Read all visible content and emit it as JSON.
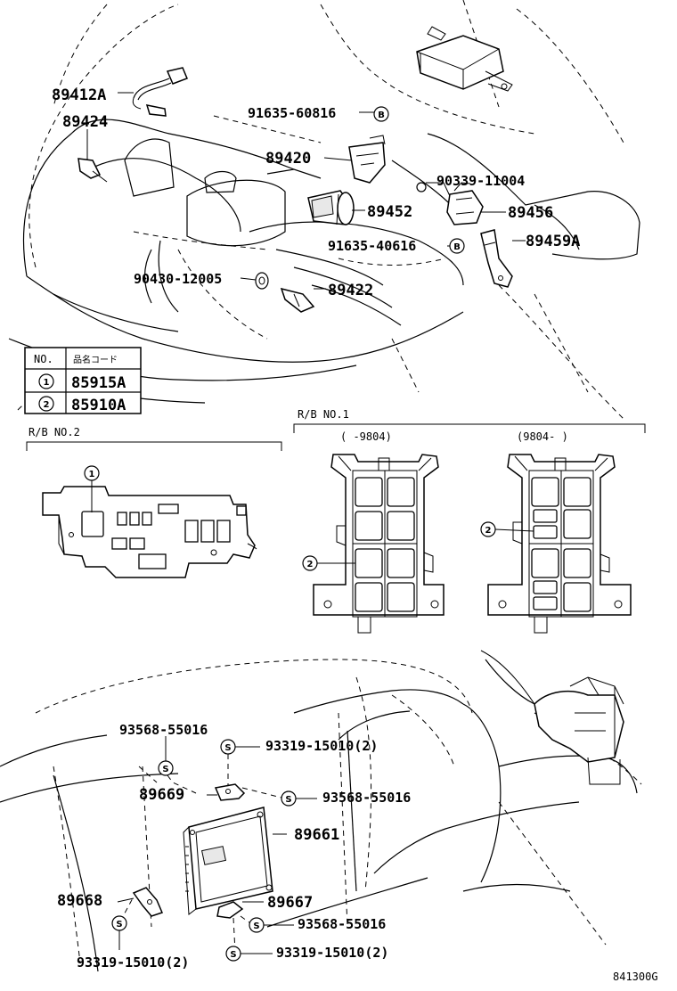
{
  "engine_bay": {
    "parts": {
      "p89412A": "89412A",
      "p89424": "89424",
      "p91635_60816": "91635-60816",
      "p89420": "89420",
      "p90339_11004": "90339-11004",
      "p89452": "89452",
      "p89456": "89456",
      "p91635_40616": "91635-40616",
      "p89459A": "89459A",
      "p90430_12005": "90430-12005",
      "p89422": "89422"
    },
    "markers": {
      "bolt_b": "B"
    }
  },
  "code_table": {
    "col_no": "NO.",
    "col_code": "品名コード",
    "rows": [
      {
        "no": "1",
        "code": "85915A"
      },
      {
        "no": "2",
        "code": "85910A"
      }
    ]
  },
  "relay_blocks": {
    "rb2_title": "R/B NO.2",
    "rb1_title": "R/B NO.1",
    "rb1_left_range": "(    -9804)",
    "rb1_right_range": "(9804-    )",
    "callout_1": "1",
    "callout_2": "2"
  },
  "interior": {
    "parts": {
      "p93568_55016_a": "93568-55016",
      "p93319_15010_a": "93319-15010(2)",
      "p89669": "89669",
      "p93568_55016_b": "93568-55016",
      "p89661": "89661",
      "p89668": "89668",
      "p89667": "89667",
      "p93568_55016_c": "93568-55016",
      "p93319_15010_b": "93319-15010(2)",
      "p93319_15010_c": "93319-15010(2)"
    },
    "markers": {
      "screw_s": "S"
    }
  },
  "figure_id": "841300G"
}
